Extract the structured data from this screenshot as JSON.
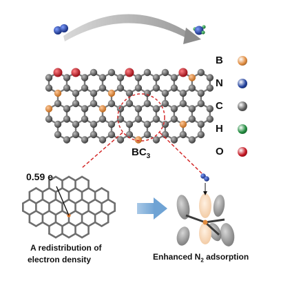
{
  "legend": [
    {
      "symbol": "B",
      "color": "#e08a3c"
    },
    {
      "symbol": "N",
      "color": "#1f3f9c"
    },
    {
      "symbol": "C",
      "color": "#5b5b5b"
    },
    {
      "symbol": "H",
      "color": "#1e8a3c"
    },
    {
      "symbol": "O",
      "color": "#c4131f"
    }
  ],
  "material_label": {
    "base": "BC",
    "sub": "3"
  },
  "charge_label": "0.59 e",
  "left_caption": [
    "A redistribution of",
    "electron density"
  ],
  "right_caption": {
    "pre": "Enhanced N",
    "sub": "2",
    "post": " adsorption"
  }
}
